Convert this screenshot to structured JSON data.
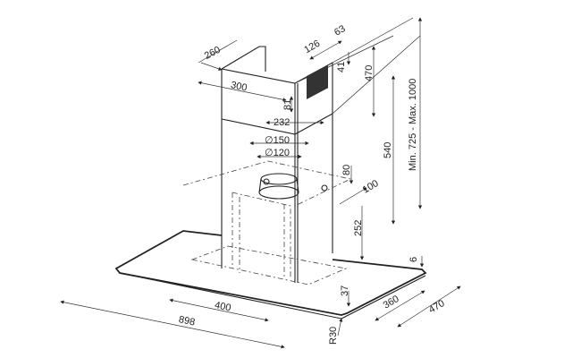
{
  "dimensions": {
    "chimney_depth": "260",
    "chimney_width": "300",
    "vent_width": "126",
    "vent_offset": "63",
    "vent_top": "41",
    "vent_height": "81",
    "upper_height": "470",
    "outlet_offset": "232",
    "outlet_diameter_outer": "∅150",
    "outlet_diameter_inner": "∅120",
    "lower_height": "540",
    "total_height": "Min. 725 - Max. 1000",
    "outlet_height": "80",
    "outlet_depth": "100",
    "body_height": "252",
    "glass_thickness": "6",
    "glass_edge": "37",
    "body_width": "400",
    "body_depth": "360",
    "hood_depth": "470",
    "hood_width": "898",
    "corner_radius": "R30"
  }
}
